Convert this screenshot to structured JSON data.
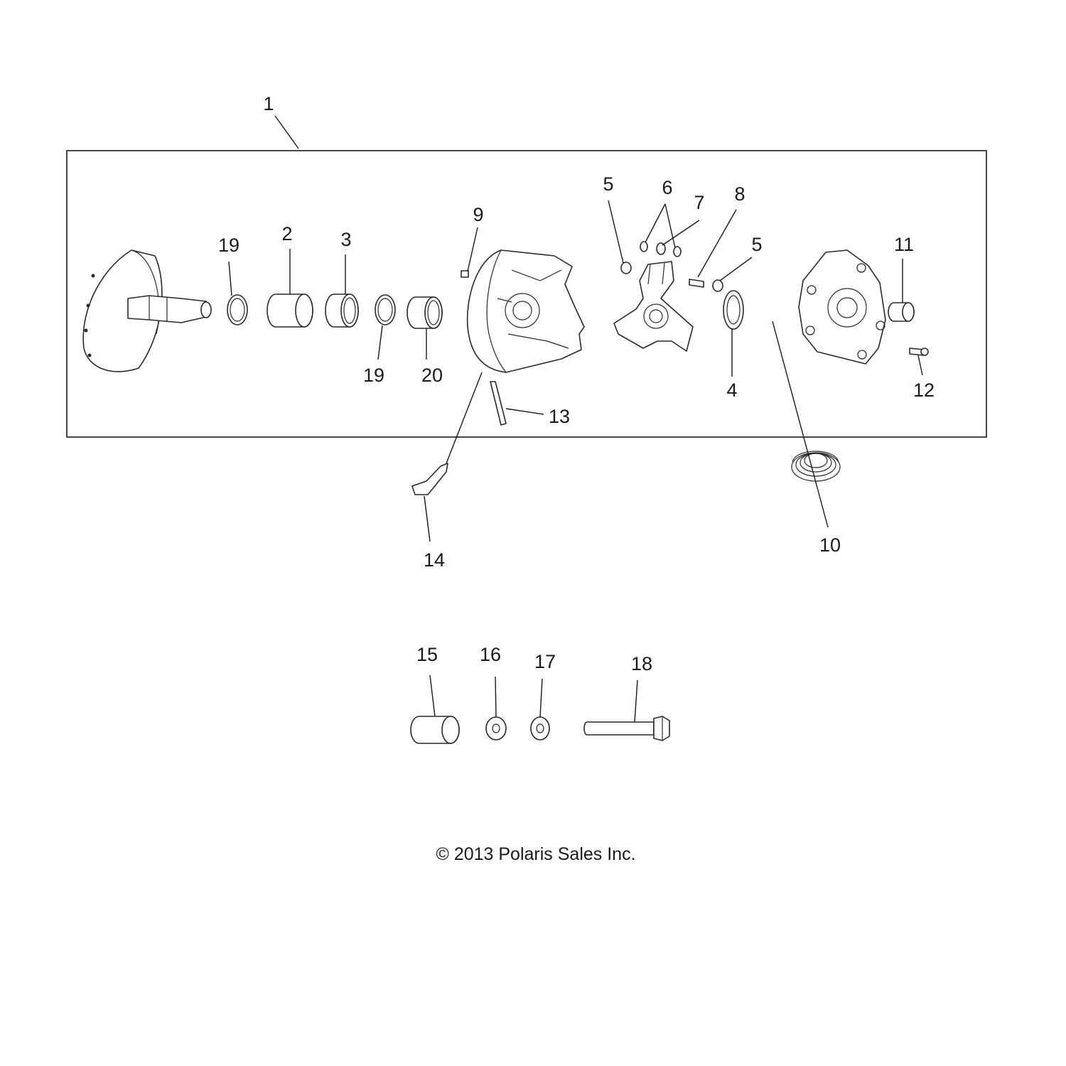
{
  "callouts": [
    {
      "id": "1",
      "text": "1"
    },
    {
      "id": "2",
      "text": "2"
    },
    {
      "id": "3",
      "text": "3"
    },
    {
      "id": "4",
      "text": "4"
    },
    {
      "id": "5a",
      "text": "5"
    },
    {
      "id": "5b",
      "text": "5"
    },
    {
      "id": "6",
      "text": "6"
    },
    {
      "id": "7",
      "text": "7"
    },
    {
      "id": "8",
      "text": "8"
    },
    {
      "id": "9",
      "text": "9"
    },
    {
      "id": "10",
      "text": "10"
    },
    {
      "id": "11",
      "text": "11"
    },
    {
      "id": "12",
      "text": "12"
    },
    {
      "id": "13",
      "text": "13"
    },
    {
      "id": "14",
      "text": "14"
    },
    {
      "id": "15",
      "text": "15"
    },
    {
      "id": "16",
      "text": "16"
    },
    {
      "id": "17",
      "text": "17"
    },
    {
      "id": "18",
      "text": "18"
    },
    {
      "id": "19a",
      "text": "19"
    },
    {
      "id": "19b",
      "text": "19"
    },
    {
      "id": "20",
      "text": "20"
    }
  ],
  "copyright": "© 2013 Polaris Sales Inc."
}
